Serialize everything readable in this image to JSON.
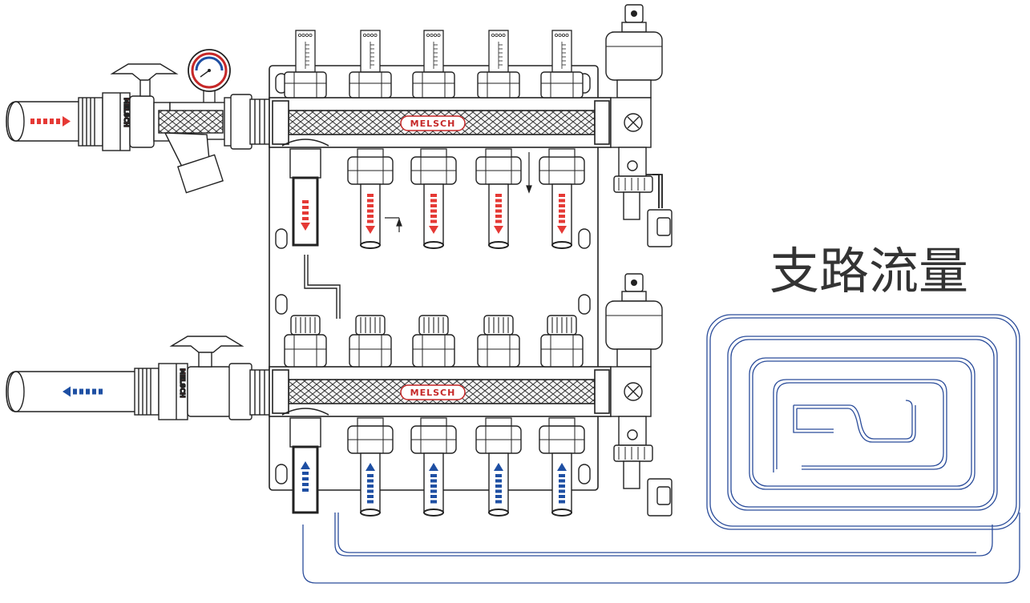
{
  "title": "支路流量",
  "brand": "MELSCH",
  "supply_manifold": {
    "flowmeters": 5,
    "flow_direction": "down",
    "arrow_color": "#e53935"
  },
  "return_manifold": {
    "valves": 5,
    "flow_direction": "up",
    "arrow_color": "#1e4fa3"
  },
  "colors": {
    "supply": "#e53935",
    "return": "#1e4fa3",
    "loop": "#2a4c9a",
    "brand": "#c62828"
  },
  "icons": [
    "pressure-gauge-icon",
    "ball-valve-icon",
    "y-strainer-icon",
    "air-vent-icon",
    "drain-valve-icon",
    "underfloor-loop-icon"
  ]
}
